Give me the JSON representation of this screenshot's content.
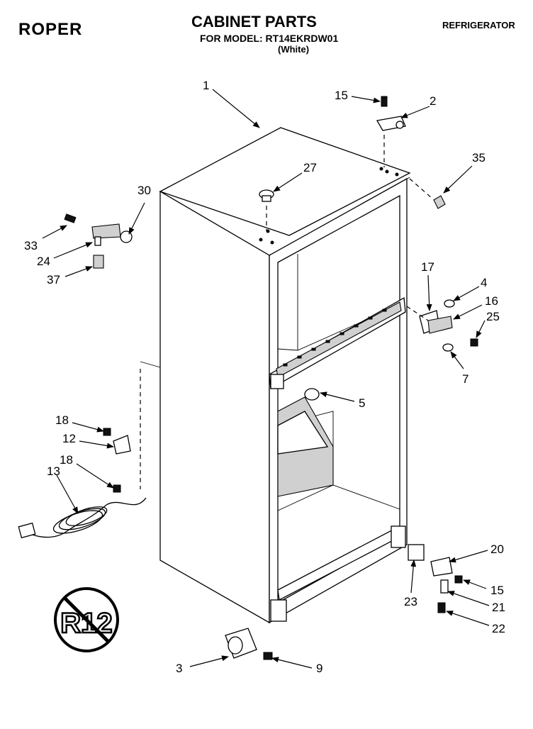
{
  "header": {
    "brand": "ROPER",
    "title": "CABINET PARTS",
    "model_line": "FOR MODEL: RT14EKRDW01",
    "variant": "(White)",
    "category": "REFRIGERATOR"
  },
  "refrigerant_logo": {
    "text": "R12",
    "icon": "no-r12-icon"
  },
  "callouts": [
    {
      "id": "c1",
      "label": "1"
    },
    {
      "id": "c2",
      "label": "2"
    },
    {
      "id": "c15a",
      "label": "15"
    },
    {
      "id": "c27",
      "label": "27"
    },
    {
      "id": "c35",
      "label": "35"
    },
    {
      "id": "c30",
      "label": "30"
    },
    {
      "id": "c33",
      "label": "33"
    },
    {
      "id": "c24",
      "label": "24"
    },
    {
      "id": "c37",
      "label": "37"
    },
    {
      "id": "c17",
      "label": "17"
    },
    {
      "id": "c4",
      "label": "4"
    },
    {
      "id": "c16",
      "label": "16"
    },
    {
      "id": "c25",
      "label": "25"
    },
    {
      "id": "c7",
      "label": "7"
    },
    {
      "id": "c5",
      "label": "5"
    },
    {
      "id": "c18a",
      "label": "18"
    },
    {
      "id": "c12",
      "label": "12"
    },
    {
      "id": "c18b",
      "label": "18"
    },
    {
      "id": "c13",
      "label": "13"
    },
    {
      "id": "c20",
      "label": "20"
    },
    {
      "id": "c15b",
      "label": "15"
    },
    {
      "id": "c23",
      "label": "23"
    },
    {
      "id": "c21",
      "label": "21"
    },
    {
      "id": "c22",
      "label": "22"
    },
    {
      "id": "c3",
      "label": "3"
    },
    {
      "id": "c9",
      "label": "9"
    }
  ]
}
